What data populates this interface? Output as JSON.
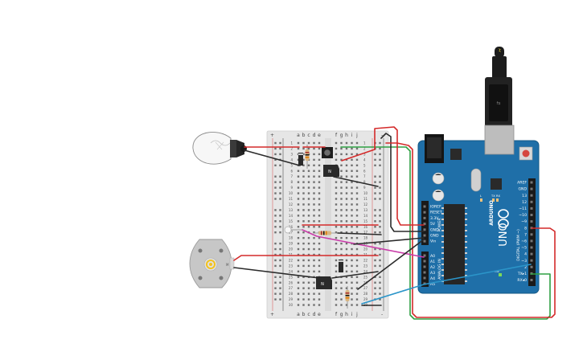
{
  "breadboard": {
    "cols_left": [
      "a",
      "b",
      "c",
      "d",
      "e"
    ],
    "cols_right": [
      "f",
      "g",
      "h",
      "i",
      "j"
    ],
    "rows": [
      "1",
      "2",
      "3",
      "4",
      "5",
      "6",
      "7",
      "8",
      "9",
      "10",
      "11",
      "12",
      "13",
      "14",
      "15",
      "16",
      "17",
      "18",
      "19",
      "20",
      "21",
      "22",
      "23",
      "24",
      "25",
      "26",
      "27",
      "28",
      "29",
      "30"
    ],
    "rail_plus": "+",
    "rail_minus": "-"
  },
  "arduino": {
    "brand": "UNO",
    "logo": "ARDUINO",
    "section_power": "POWER",
    "section_analog": "ANALOG IN",
    "section_digital": "DIGITAL (PWM ~)",
    "tx": "TX",
    "rx": "RX",
    "l_led": "L",
    "on_led": "ON",
    "power_pins": [
      "IOREF",
      "RESET",
      "3.3V",
      "5V",
      "GND",
      "GND",
      "Vin"
    ],
    "analog_pins": [
      "A0",
      "A1",
      "A2",
      "A3",
      "A4",
      "A5"
    ],
    "digital_pins": [
      "AREF",
      "GND",
      "13",
      "12",
      "~11",
      "~10",
      "~9",
      "8",
      "7",
      "~6",
      "~5",
      "4",
      "~3",
      "2",
      "TX▸1",
      "RX◂0"
    ]
  },
  "motor": {
    "label": "M"
  },
  "colors": {
    "wire_red": "#d42a2a",
    "wire_black": "#2b2b2b",
    "wire_green": "#2ea043",
    "wire_magenta": "#c93ca9",
    "wire_blue": "#2b95c9",
    "board_blue": "#1f6fa8",
    "breadboard": "#e9e9e9"
  }
}
